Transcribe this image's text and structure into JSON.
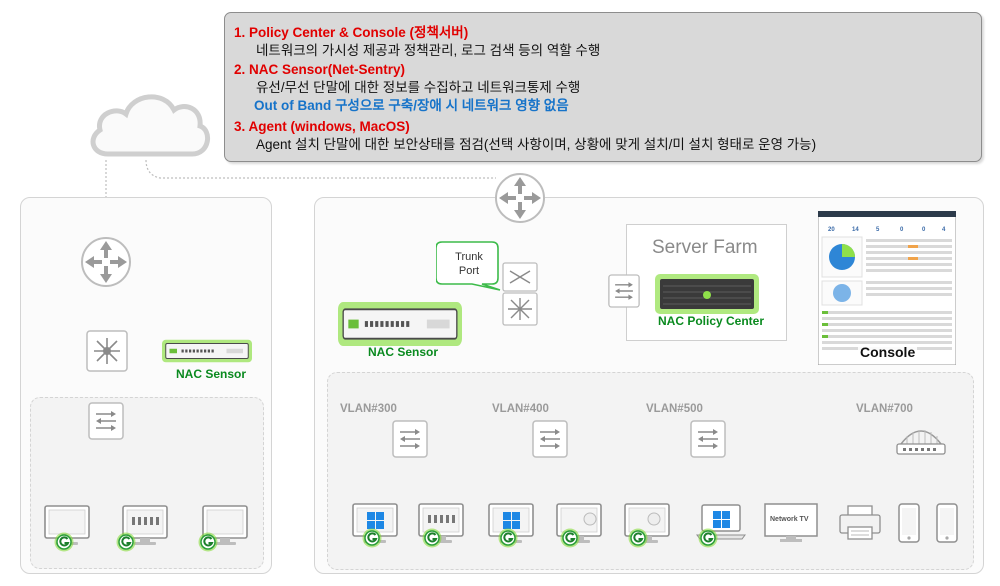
{
  "info": {
    "item1_title": "1.  Policy Center & Console (정책서버)",
    "item1_desc": "네트워크의 가시성 제공과 정책관리, 로그 검색 등의 역할 수행",
    "item2_title": "2.  NAC Sensor(Net-Sentry)",
    "item2_desc": "유선/무선 단말에 대한 정보를 수집하고 네트워크통제 수행",
    "item2_note": "Out of Band 구성으로 구축/장애 시 네트워크 영향 없음",
    "item3_title": "3.  Agent (windows, MacOS)",
    "item3_desc": "Agent 설치 단말에 대한 보안상태를 점검(선택 사항이며, 상황에 맞게 설치/미 설치 형태로 운영 가능)"
  },
  "labels": {
    "trunk_port_line1": "Trunk",
    "trunk_port_line2": "Port",
    "server_farm": "Server Farm",
    "nac_policy_center": "NAC Policy Center",
    "nac_sensor_right": "NAC Sensor",
    "nac_sensor_left": "NAC Sensor",
    "console": "Console",
    "network_tv": "Network TV"
  },
  "vlans": [
    "VLAN#300",
    "VLAN#400",
    "VLAN#500",
    "VLAN#700"
  ],
  "colors": {
    "red": "#e10000",
    "blue": "#1673c9",
    "green": "#0a8a1f",
    "glow": "#7fdb2e"
  },
  "icons": [
    "cloud-icon",
    "router-icon",
    "switch-icon",
    "server-appliance-icon",
    "monitor-icon",
    "windows-logo-icon",
    "agent-g-icon",
    "wireless-ap-icon",
    "printer-icon",
    "smartphone-icon"
  ]
}
